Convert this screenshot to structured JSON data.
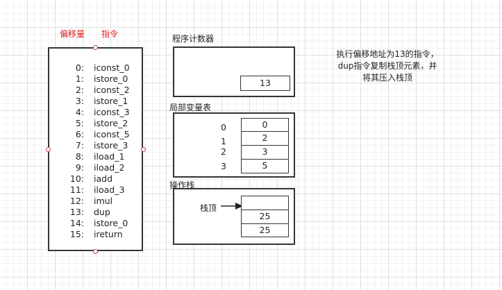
{
  "headers": {
    "offset": "偏移量",
    "instruction": "指令"
  },
  "instructions": [
    {
      "offset": "0:",
      "op": "iconst_0"
    },
    {
      "offset": "1:",
      "op": "istore_0"
    },
    {
      "offset": "2:",
      "op": "iconst_2"
    },
    {
      "offset": "3:",
      "op": "istore_1"
    },
    {
      "offset": "4:",
      "op": "iconst_3"
    },
    {
      "offset": "5:",
      "op": "istore_2"
    },
    {
      "offset": "6:",
      "op": "iconst_5"
    },
    {
      "offset": "7:",
      "op": "istore_3"
    },
    {
      "offset": "8:",
      "op": "iload_1"
    },
    {
      "offset": "9:",
      "op": "iload_2"
    },
    {
      "offset": "10:",
      "op": "iadd"
    },
    {
      "offset": "11:",
      "op": "iload_3"
    },
    {
      "offset": "12:",
      "op": "imul"
    },
    {
      "offset": "13:",
      "op": "dup"
    },
    {
      "offset": "14:",
      "op": "istore_0"
    },
    {
      "offset": "15:",
      "op": "ireturn"
    }
  ],
  "pc": {
    "label": "程序计数器",
    "value": "13"
  },
  "locals": {
    "label": "局部变量表",
    "indices": [
      "0",
      "1",
      "2",
      "3"
    ],
    "values": [
      "0",
      "2",
      "3",
      "5"
    ]
  },
  "stack": {
    "label": "操作栈",
    "top_label": "栈顶",
    "values": [
      "",
      "25",
      "25"
    ]
  },
  "note": {
    "lines": [
      "执行偏移地址为13的指令，",
      "dup指令复制栈顶元素，并",
      "将其压入栈顶"
    ]
  },
  "colors": {
    "header_red": "#e02020",
    "border": "#333333",
    "grid": "#dfdfdf"
  }
}
